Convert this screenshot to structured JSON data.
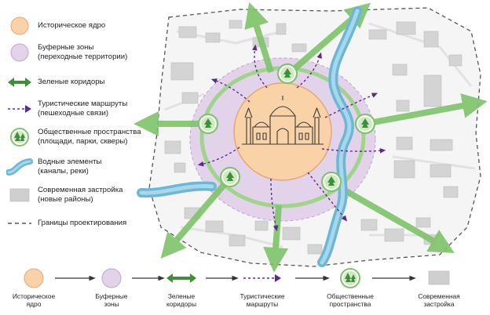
{
  "legend": {
    "items": [
      {
        "label": "Историческое ядро",
        "sub": "",
        "icon": "historic-core-icon"
      },
      {
        "label": "Буферные зоны",
        "sub": "(переходные территории)",
        "icon": "buffer-zone-icon"
      },
      {
        "label": "Зеленые коридоры",
        "sub": "",
        "icon": "green-corridor-icon"
      },
      {
        "label": "Туристические маршруты",
        "sub": "(пешеходные связи)",
        "icon": "tourist-route-icon"
      },
      {
        "label": "Общественные пространства",
        "sub": "(площади, парки, скверы)",
        "icon": "public-space-icon"
      },
      {
        "label": "Водные элементы",
        "sub": "(каналы, реки)",
        "icon": "water-icon"
      },
      {
        "label": "Современная застройка",
        "sub": "(новые районы)",
        "icon": "modern-building-icon"
      },
      {
        "label": "Границы проектирования",
        "sub": "",
        "icon": "boundary-icon"
      }
    ]
  },
  "flow": {
    "items": [
      {
        "line1": "Историческое",
        "line2": "ядро"
      },
      {
        "line1": "Буферные",
        "line2": "зоны"
      },
      {
        "line1": "Зеленые",
        "line2": "коридоры"
      },
      {
        "line1": "Туристические",
        "line2": "маршруты"
      },
      {
        "line1": "Общественные",
        "line2": "пространства"
      },
      {
        "line1": "Современная",
        "line2": "застройка"
      }
    ]
  },
  "colors": {
    "core": "#f9d2a8",
    "core_stroke": "#e6a874",
    "buffer": "#e3d3ea",
    "green": "#7ec46a",
    "green_dark": "#3f8f3a",
    "route": "#5b2c86",
    "water": "#6db6d6",
    "water_light": "#a6d8ec",
    "building": "#d4d4d4",
    "boundary": "#555555"
  }
}
